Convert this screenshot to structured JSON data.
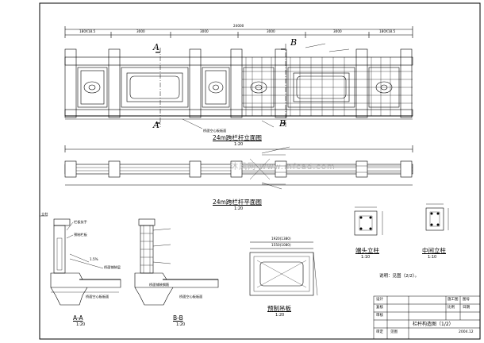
{
  "drawing": {
    "overall_dim": "24000",
    "span_dims": [
      "180X18.5",
      "3000",
      "3000",
      "3000",
      "3000",
      "180X18.5"
    ],
    "elevation_title": "24m跨栏杆立面图",
    "elevation_scale": "1:20",
    "plan_title": "24m跨栏杆平面图",
    "plan_scale": "1:20",
    "elevation_note": "桥面空心板板面",
    "section_marks": [
      "A",
      "A",
      "B",
      "B"
    ],
    "watermark": "沐风网 www.mfcad.com"
  },
  "details": {
    "aa": {
      "title": "A-A",
      "scale": "1:20",
      "labels": [
        "立柱",
        "栏板扶手",
        "预制栏板",
        "1.5%",
        "桥面铺装层",
        "桥面空心板板面"
      ]
    },
    "bb": {
      "title": "B-B",
      "scale": "1:20",
      "labels": [
        "桥面空心板板面",
        "桥面铺装钢筋"
      ]
    },
    "precast": {
      "title": "预制吊板",
      "scale": "1:20",
      "dims": [
        "1920(1380)",
        "1550(1080)"
      ]
    },
    "end_post": {
      "title": "端头立柱",
      "scale": "1:10"
    },
    "mid_post": {
      "title": "中间立柱",
      "scale": "1:10"
    },
    "note": "说明：见图（2/2）。"
  },
  "title_block": {
    "drawing_name": "栏杆构造图（1/2）",
    "rows": [
      [
        "设计",
        "",
        "施工图",
        "图号"
      ],
      [
        "复核",
        "",
        "比例",
        "日期"
      ],
      [
        "审核",
        "",
        "",
        ""
      ],
      [
        "审定",
        "见图",
        "",
        "2004.12"
      ]
    ]
  }
}
